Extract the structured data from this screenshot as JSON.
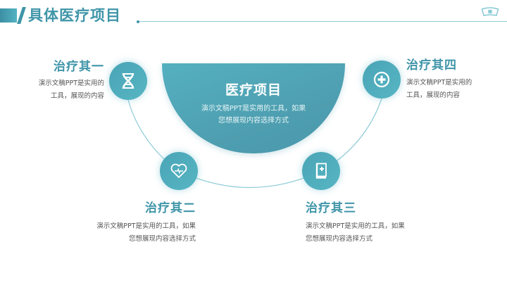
{
  "header": {
    "title": "具体医疗项目",
    "icon": "nurse-cap-icon",
    "accent_color": "#3f95a8"
  },
  "center": {
    "title": "医疗项目",
    "description_line1": "演示文稿PPT是实用的工具，如果",
    "description_line2": "您想展现内容选择方式"
  },
  "items": [
    {
      "title": "治疗其一",
      "icon": "dna-icon",
      "desc_line1": "演示文稿PPT是实用的",
      "desc_line2": "工具，展现的内容"
    },
    {
      "title": "治疗其二",
      "icon": "heart-pulse-icon",
      "desc_line1": "演示文稿PPT是实用的工具，如果",
      "desc_line2": "您想展现内容选择方式"
    },
    {
      "title": "治疗其三",
      "icon": "medical-book-icon",
      "desc_line1": "演示文稿PPT是实用的工具，如果",
      "desc_line2": "您想展现内容选择方式"
    },
    {
      "title": "治疗其四",
      "icon": "plus-circle-icon",
      "desc_line1": "演示文稿PPT是实用的",
      "desc_line2": "工具，展现的内容"
    }
  ]
}
